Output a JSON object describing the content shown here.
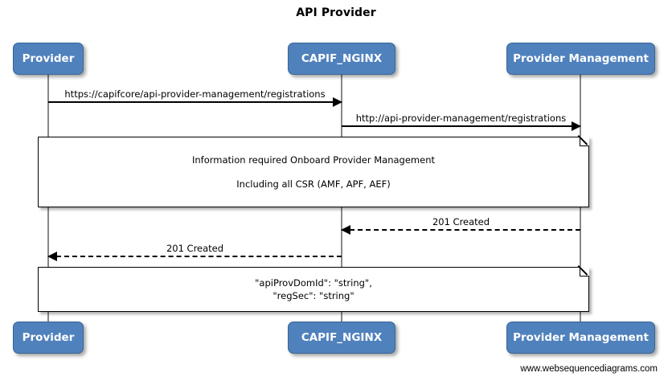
{
  "diagram": {
    "title": "API Provider",
    "footer": "www.websequencediagrams.com",
    "accent_color": "#4F81BD",
    "text_color": "#FFFFFF",
    "line_color": "#000000",
    "lifeline_color": "#888888"
  },
  "participants": [
    {
      "id": "provider",
      "label": "Provider"
    },
    {
      "id": "capif_nginx",
      "label": "CAPIF_NGINX"
    },
    {
      "id": "provider_management",
      "label": "Provider Management"
    }
  ],
  "participants_bottom": [
    {
      "id": "provider",
      "label": "Provider"
    },
    {
      "id": "capif_nginx",
      "label": "CAPIF_NGINX"
    },
    {
      "id": "provider_management",
      "label": "Provider Management"
    }
  ],
  "messages": [
    {
      "id": "m1",
      "label": "https://capifcore/api-provider-management/registrations",
      "from": "provider",
      "to": "capif_nginx",
      "style": "solid",
      "direction": "right"
    },
    {
      "id": "m2",
      "label": "http://api-provider-management/registrations",
      "from": "capif_nginx",
      "to": "provider_management",
      "style": "solid",
      "direction": "right"
    },
    {
      "id": "m3",
      "label": "201 Created",
      "from": "provider_management",
      "to": "capif_nginx",
      "style": "dashed",
      "direction": "left"
    },
    {
      "id": "m4",
      "label": "201 Created",
      "from": "capif_nginx",
      "to": "provider",
      "style": "dashed",
      "direction": "left"
    }
  ],
  "notes": [
    {
      "id": "note1",
      "line1": "Information required Onboard Provider Management",
      "line2": "Including all CSR (AMF, APF, AEF)"
    },
    {
      "id": "note2",
      "line1": "\"apiProvDomId\": \"string\",",
      "line2": "\"regSec\": \"string\""
    }
  ]
}
